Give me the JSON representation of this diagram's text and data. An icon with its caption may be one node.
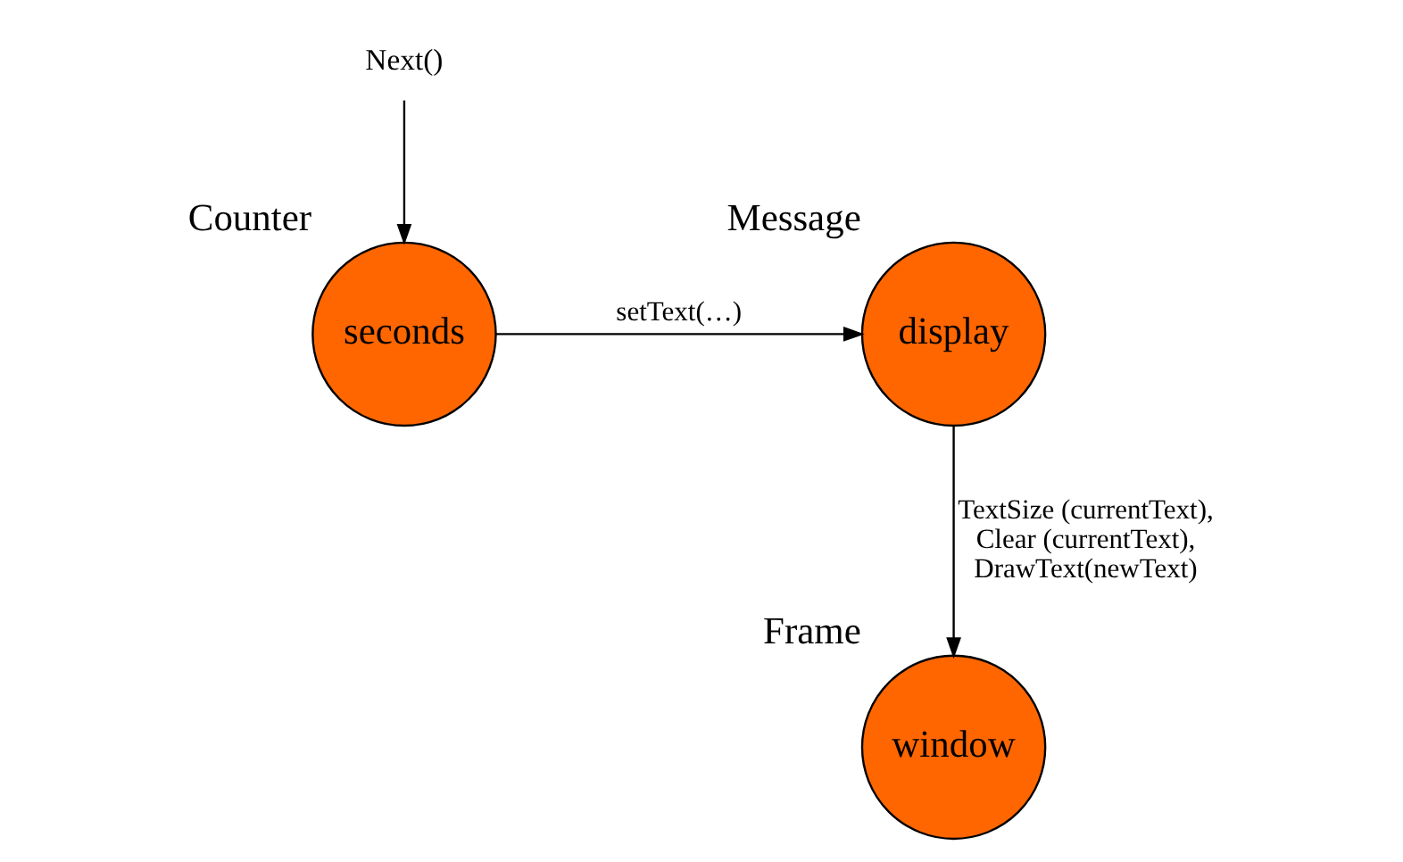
{
  "diagram": {
    "nodes": [
      {
        "text": [
          "seconds"
        ],
        "beside": [
          "Counter"
        ]
      },
      {
        "text": [
          "display"
        ],
        "beside": [
          "Message"
        ]
      },
      {
        "text": [
          "Next()"
        ]
      },
      {
        "text": [
          "window"
        ],
        "beside": [
          "Frame"
        ]
      }
    ],
    "edges": [
      {
        "from": 2,
        "to": 0,
        "arrow": "to"
      },
      {
        "from": 0,
        "to": 1,
        "arrow": "to",
        "label": "setText(…)"
      },
      {
        "from": 1,
        "to": 3,
        "arrow": "to",
        "label": "TextSize (currentText), Clear (currentText), DrawText(newText)"
      }
    ]
  }
}
